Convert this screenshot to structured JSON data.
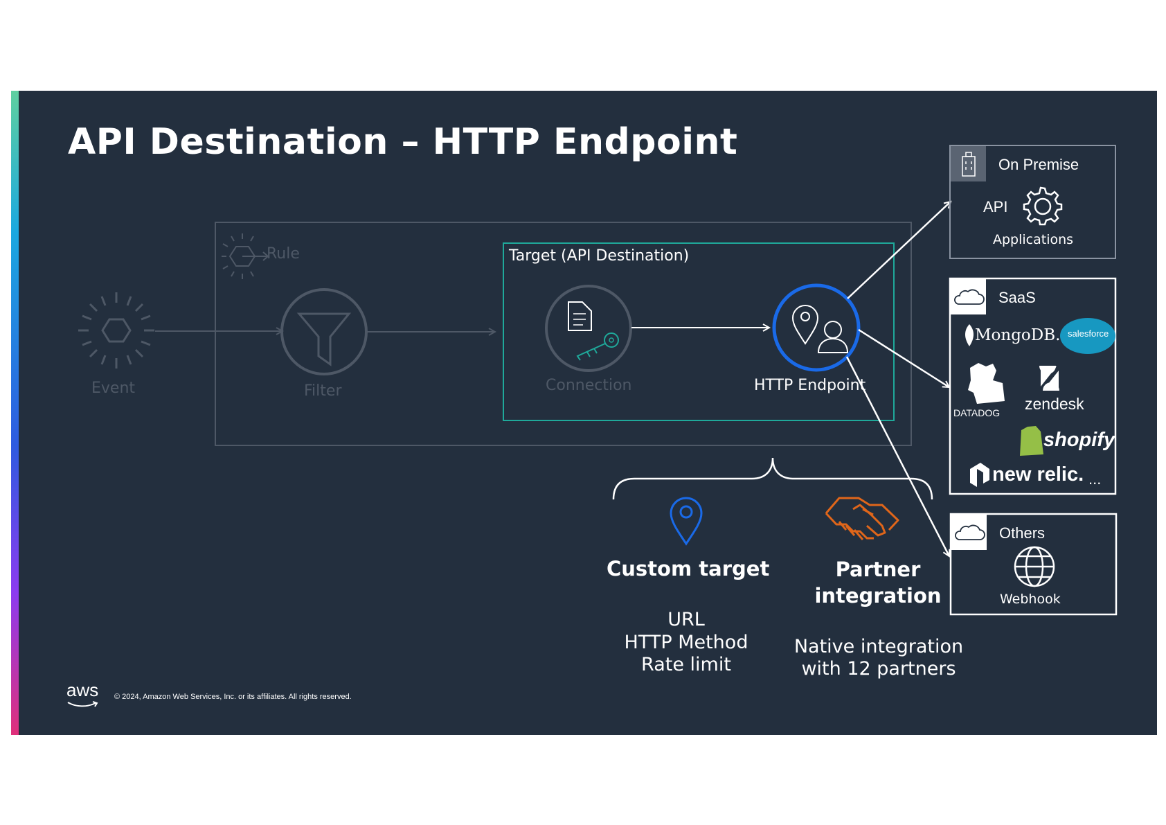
{
  "title": "API Destination – HTTP Endpoint",
  "flow": {
    "event_label": "Event",
    "rule_label": "Rule",
    "filter_label": "Filter",
    "target_label": "Target (API Destination)",
    "connection_label": "Connection",
    "http_endpoint_label": "HTTP Endpoint"
  },
  "destinations": {
    "on_premise": {
      "header": "On Premise",
      "api_label": "API",
      "apps_label": "Applications"
    },
    "saas": {
      "header": "SaaS",
      "logos": {
        "mongodb": "MongoDB.",
        "salesforce": "salesforce",
        "datadog": "DATADOG",
        "zendesk": "zendesk",
        "shopify": "shopify",
        "newrelic": "new relic.",
        "more": "..."
      }
    },
    "others": {
      "header": "Others",
      "webhook_label": "Webhook"
    }
  },
  "features": {
    "custom": {
      "title": "Custom target",
      "lines": [
        "URL",
        "HTTP Method",
        "Rate limit"
      ]
    },
    "partner": {
      "title_line1": "Partner",
      "title_line2": "integration",
      "lines": [
        "Native integration",
        "with 12 partners"
      ]
    }
  },
  "footer": {
    "aws_logo": "aws",
    "copyright": "© 2024, Amazon Web Services, Inc. or its affiliates. All rights reserved."
  },
  "colors": {
    "background": "#232F3E",
    "dim": "#4E5866",
    "teal": "#1FA99A",
    "blue": "#1A6AE8",
    "orange": "#E0661A",
    "white": "#FFFFFF"
  }
}
